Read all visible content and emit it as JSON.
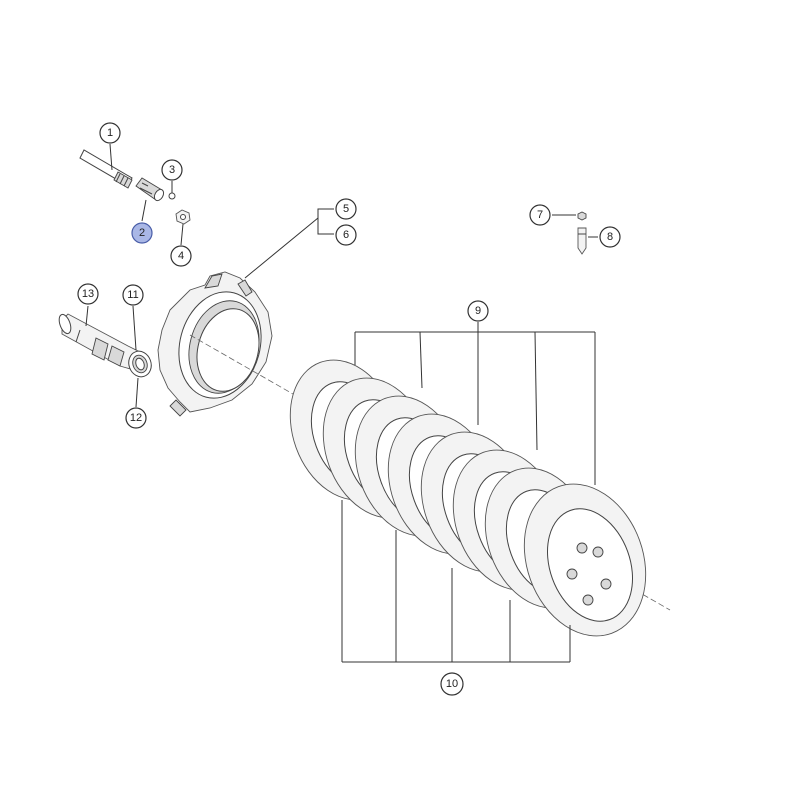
{
  "callouts": [
    {
      "id": "1",
      "label": "1"
    },
    {
      "id": "2",
      "label": "2",
      "highlighted": true
    },
    {
      "id": "3",
      "label": "3"
    },
    {
      "id": "4",
      "label": "4"
    },
    {
      "id": "5",
      "label": "5"
    },
    {
      "id": "6",
      "label": "6"
    },
    {
      "id": "7",
      "label": "7"
    },
    {
      "id": "8",
      "label": "8"
    },
    {
      "id": "9",
      "label": "9"
    },
    {
      "id": "10",
      "label": "10"
    },
    {
      "id": "11",
      "label": "11"
    },
    {
      "id": "12",
      "label": "12"
    },
    {
      "id": "13",
      "label": "13"
    }
  ],
  "colors": {
    "highlight_fill": "#a9b7e6",
    "highlight_stroke": "#4a5ea8",
    "line": "#333333"
  }
}
